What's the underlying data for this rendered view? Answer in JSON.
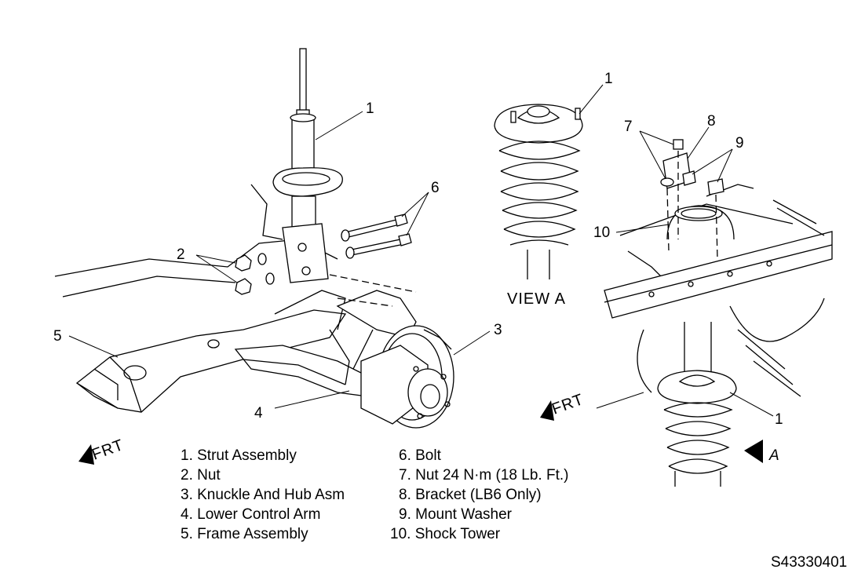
{
  "callouts": {
    "left_strut": "1",
    "left_nut": "2",
    "left_knuckle": "3",
    "left_arm": "4",
    "left_frame": "5",
    "left_bolt": "6",
    "view_a_strut": "1",
    "right_nut": "7",
    "right_bracket": "8",
    "right_washer": "9",
    "right_tower": "10",
    "right_strut": "1"
  },
  "view_a_label": "VIEW A",
  "front_label": "FRT",
  "view_arrow_label": "A",
  "legend_left": [
    "1. Strut Assembly",
    "2. Nut",
    "3. Knuckle And Hub Asm",
    "4. Lower Control Arm",
    "5. Frame Assembly"
  ],
  "legend_right": [
    "6. Bolt",
    "7. Nut 24 N·m (18 Lb. Ft.)",
    "8. Bracket (LB6 Only)",
    "9. Mount Washer",
    "10. Shock Tower"
  ],
  "figure_id": "S43330401"
}
